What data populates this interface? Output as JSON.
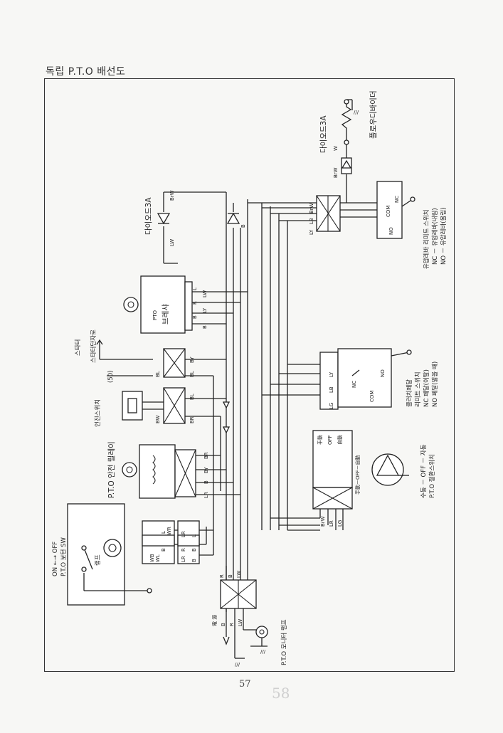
{
  "title": "독립 P.T.O 배선도",
  "page_number": "57",
  "stamp": "58",
  "components": {
    "pto_switch": {
      "name": "P.T.O 보턴 SW",
      "onoff": "ON ←→ OFF",
      "lamp": "램프",
      "wires": [
        "L",
        "WR",
        "WB",
        "B",
        "WL"
      ]
    },
    "monitor_lamp": {
      "name": "P.T.O 모니터 램프",
      "power": "電 源",
      "wires": [
        "B",
        "R",
        "LW"
      ]
    },
    "pto_relay": {
      "name": "P.T.O 안전 릴레이",
      "wires": [
        "LR",
        "B",
        "BY",
        "BR"
      ]
    },
    "safety_switch": {
      "name": "인진스위치",
      "wires": [
        "BW",
        "BR",
        "BL"
      ]
    },
    "starter": {
      "name": "스타터",
      "terminal": "스타터단자로",
      "fuse": "(50)",
      "wires": [
        "BL",
        "BY",
        "BL"
      ]
    },
    "brake": {
      "line1": "PTO",
      "line2": "브레샤",
      "wires": [
        "L",
        "R",
        "B",
        "LW",
        "LY",
        "B"
      ]
    },
    "diode_left": {
      "name": "다이오드3A",
      "wires": [
        "LW",
        "BrW"
      ]
    },
    "diode_mid": {
      "wire": "B"
    },
    "diode_right": {
      "name": "다이오드3A",
      "wires": [
        "BrW",
        "W"
      ]
    },
    "solenoid": {
      "name": "플로우디바이더"
    },
    "hyd_limit": {
      "name": "유압레바 리미트 스위치",
      "nc": "NC － 유압레바(내림)",
      "no": "NO － 유압레바(올림)",
      "terms": [
        "NC",
        "COM",
        "NO"
      ],
      "wires": [
        "LY",
        "LB",
        "BrW"
      ]
    },
    "clutch_limit": {
      "name1": "클러치페달",
      "name2": "리미트 스위치",
      "nc": "NC 페달(이탈)",
      "no": "NO 페달(밟을 때)",
      "terms": [
        "NC",
        "COM",
        "NO"
      ],
      "wires": [
        "LG",
        "LB",
        "LY"
      ]
    },
    "mode_switch": {
      "name1": "수동 － OFF － 자동",
      "name2": "P.T.O 절환스위치",
      "positions": [
        "手動",
        "OFF",
        "自動"
      ],
      "label": "手動－OFF－自動",
      "wires": [
        "BrW",
        "LR",
        "LG"
      ]
    },
    "conn_a": {
      "wires": [
        "LR",
        "L",
        "R",
        "B",
        "LR",
        "B"
      ]
    },
    "conn_b": {
      "wires": [
        "R",
        "B",
        "LW"
      ]
    },
    "ground": "///"
  }
}
